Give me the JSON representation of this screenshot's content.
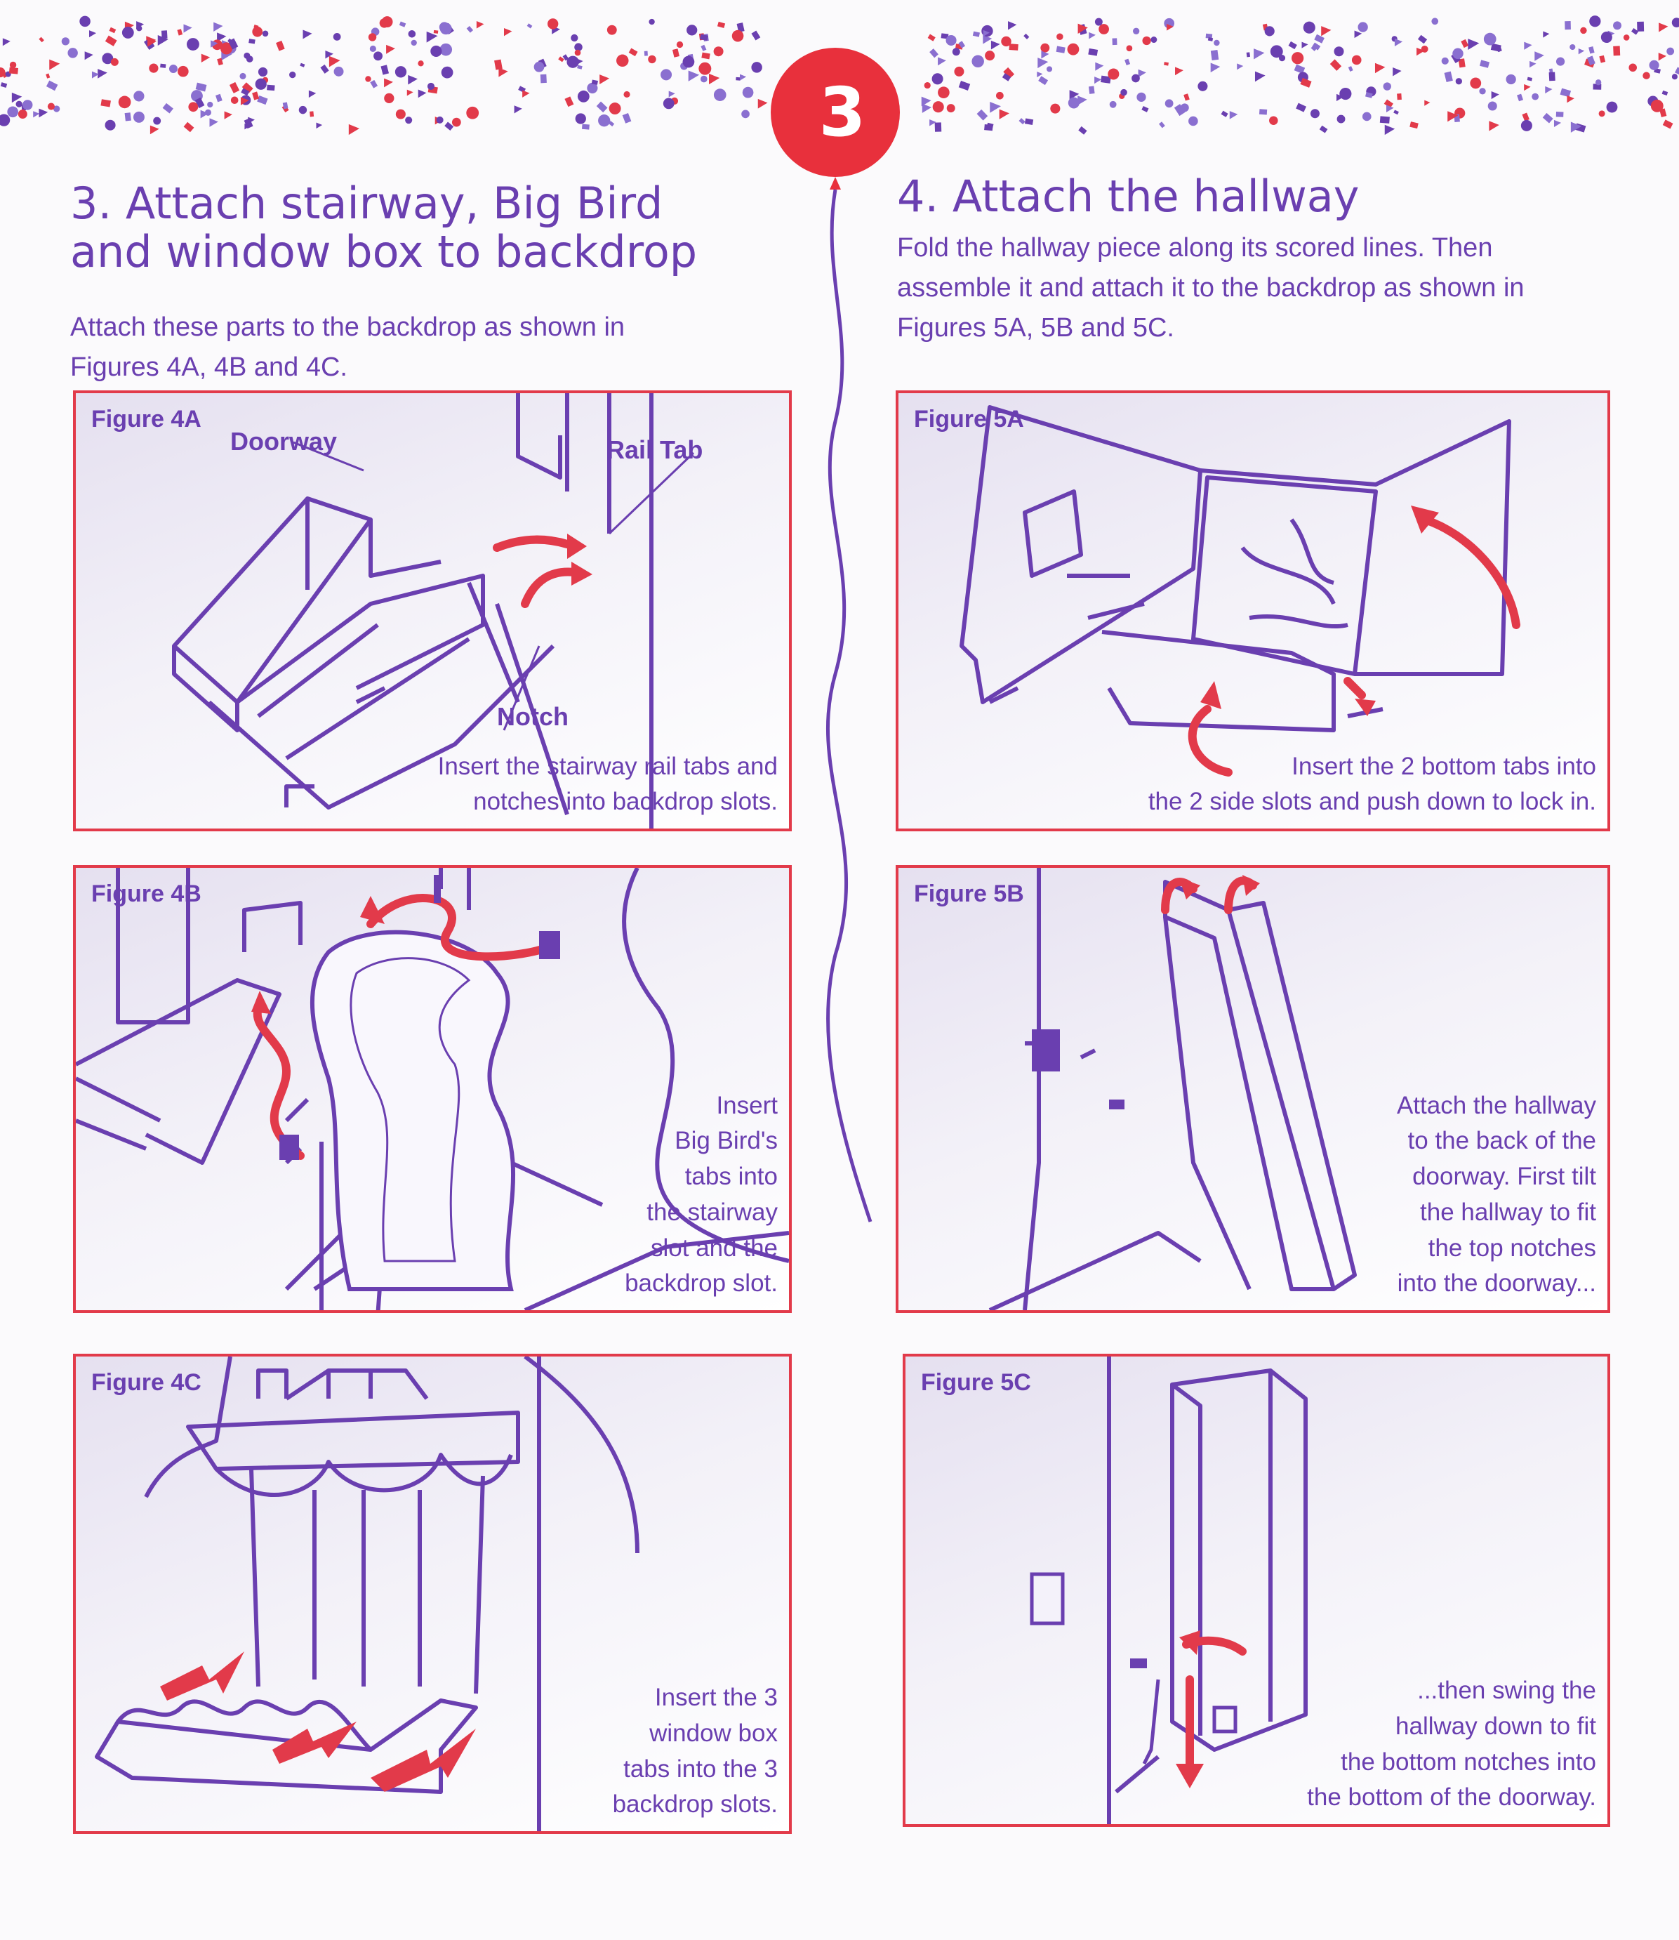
{
  "step_number": "3",
  "left": {
    "title_line1": "3. Attach stairway, Big Bird",
    "title_line2": "and window box to backdrop",
    "intro_line1": "Attach these parts to the backdrop as shown in",
    "intro_line2": "Figures 4A, 4B and 4C.",
    "figures": [
      {
        "label": "Figure 4A",
        "callouts": [
          "Doorway",
          "Rail Tab",
          "Notch"
        ],
        "caption": "Insert the stairway rail tabs and\nnotches into backdrop slots."
      },
      {
        "label": "Figure 4B",
        "caption": "Insert\nBig Bird's\ntabs into\nthe stairway\nslot and the\nbackdrop slot."
      },
      {
        "label": "Figure 4C",
        "caption": "Insert the 3\nwindow box\ntabs into the 3\nbackdrop slots."
      }
    ]
  },
  "right": {
    "title": "4. Attach the hallway",
    "intro_line1": "Fold the hallway piece along its scored lines. Then",
    "intro_line2": "assemble it and attach it to the backdrop as shown in",
    "intro_line3": "Figures 5A, 5B and 5C.",
    "figures": [
      {
        "label": "Figure 5A",
        "caption": "Insert the 2 bottom tabs into\nthe 2 side slots and push down to lock in."
      },
      {
        "label": "Figure 5B",
        "caption": "Attach the hallway\nto the back of the\ndoorway. First tilt\nthe hallway to fit\nthe top notches\ninto the doorway..."
      },
      {
        "label": "Figure 5C",
        "caption": "...then swing the\nhallway down to fit\nthe bottom notches into\nthe bottom of the doorway."
      }
    ]
  },
  "colors": {
    "purple": "#6a3fb0",
    "red": "#e23a4a",
    "balloon": "#e8303c"
  }
}
